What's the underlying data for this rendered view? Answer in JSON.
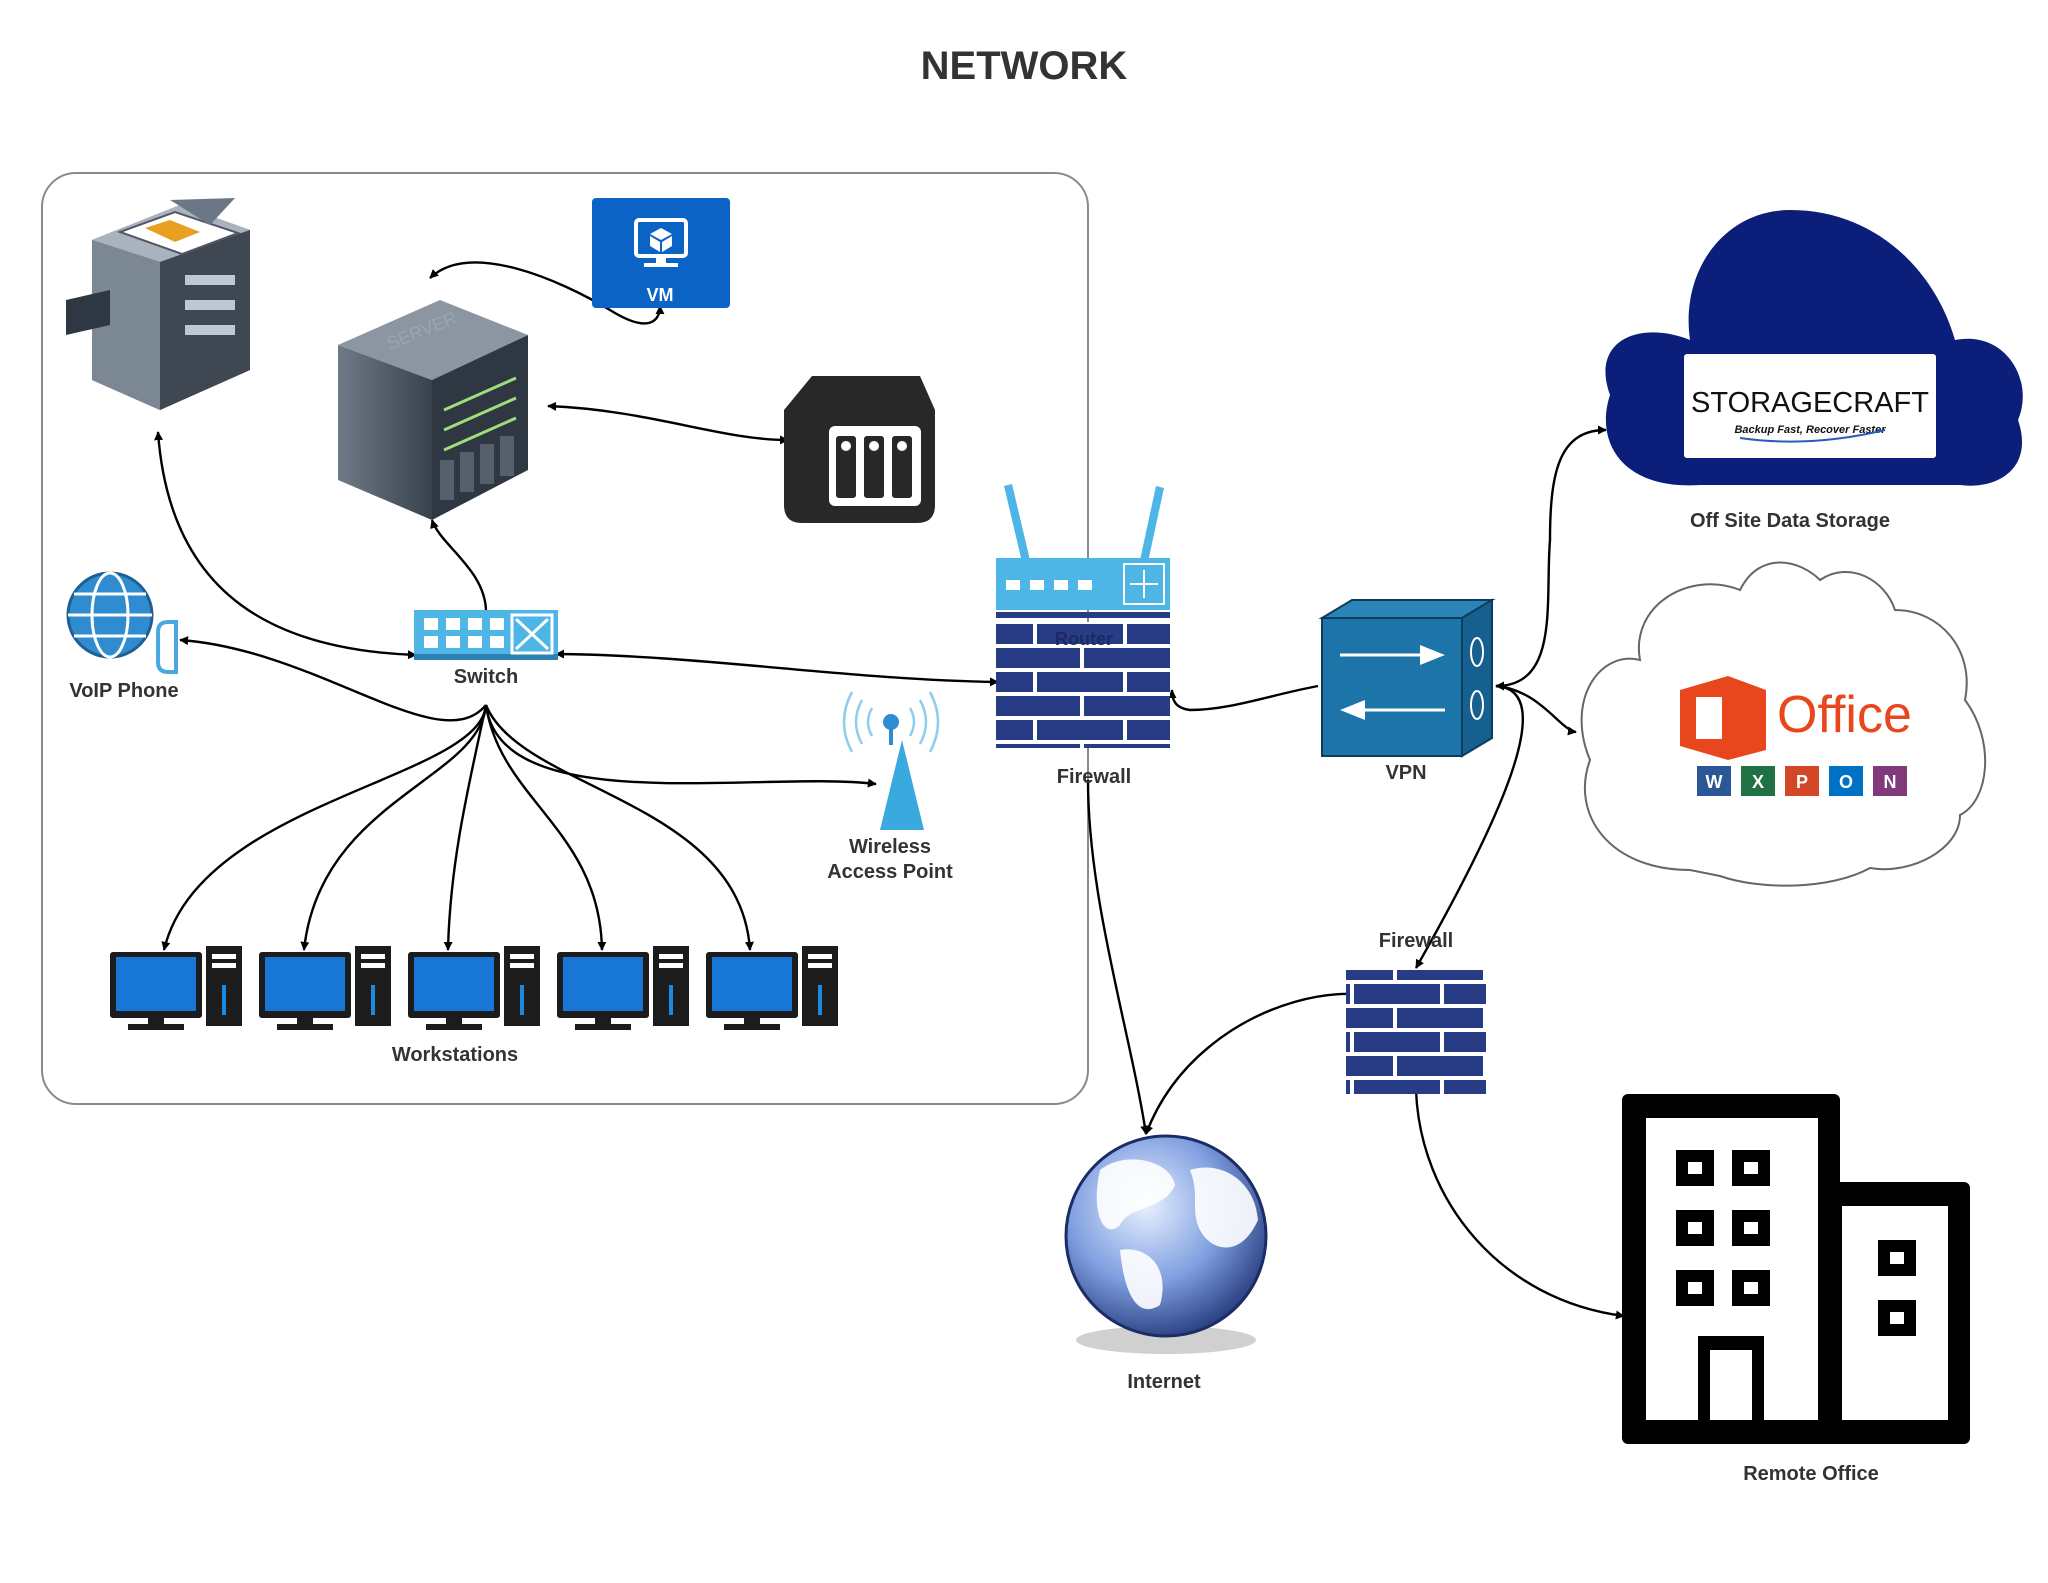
{
  "title": "NETWORK",
  "labels": {
    "vm": "VM",
    "voip_phone": "VoIP Phone",
    "switch": "Switch",
    "wireless_ap": [
      "Wireless",
      "Access Point"
    ],
    "workstations": "Workstations",
    "firewall_main": "Firewall",
    "router": "Router",
    "vpn": "VPN",
    "firewall_remote": "Firewall",
    "internet": "Internet",
    "offsite_storage": "Off Site Data Storage",
    "remote_office": "Remote Office",
    "storagecraft_brand": "STORAGECRAFT",
    "storagecraft_tagline": "Backup Fast, Recover Faster",
    "office_brand": "Office",
    "office_apps": [
      "W",
      "X",
      "P",
      "O",
      "N"
    ]
  },
  "colors": {
    "text": "#333333",
    "line": "#000000",
    "lan_border": "#777777",
    "firewall_blue": "#263a84",
    "light_blue": "#4db6e6",
    "vpn_blue": "#1a6ea0",
    "cloud_navy": "#0a1f7a",
    "office_orange": "#e8461d",
    "vm_blue": "#0a64c8"
  },
  "icons": [
    "printer-icon",
    "server-icon",
    "vm-icon",
    "nas-icon",
    "voip-phone-icon",
    "switch-icon",
    "wireless-ap-icon",
    "workstation-icon",
    "router-icon",
    "firewall-icon",
    "vpn-icon",
    "cloud-storage-icon",
    "office-cloud-icon",
    "globe-icon",
    "building-icon"
  ]
}
